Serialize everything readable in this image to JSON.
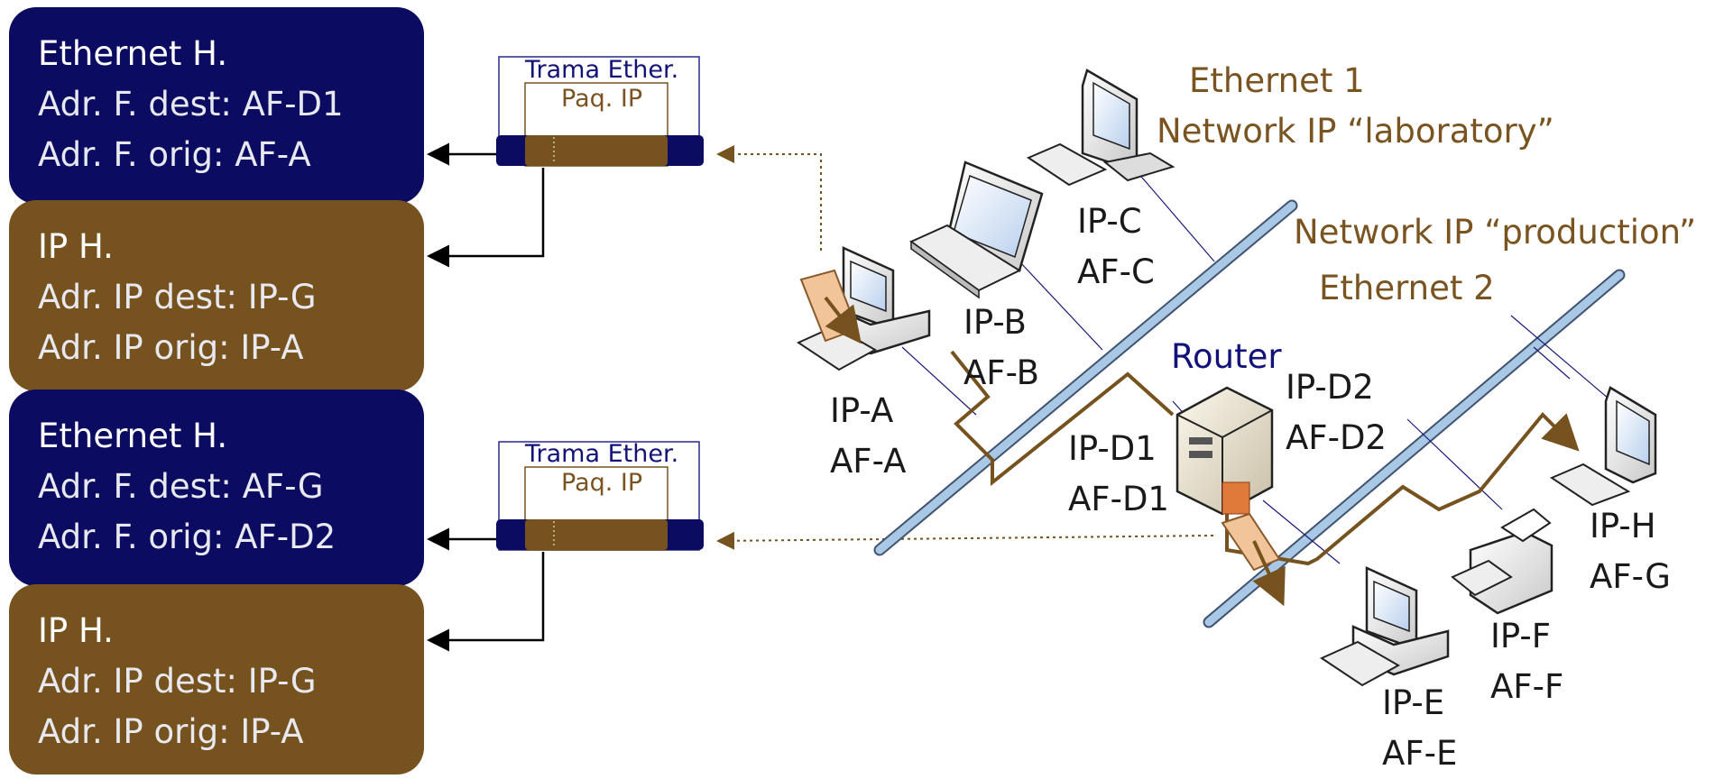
{
  "header_boxes": [
    {
      "title": "Ethernet H.",
      "lines": [
        "Adr. F. dest: AF-D1",
        "Adr. F. orig: AF-A"
      ],
      "kind": "ethernet"
    },
    {
      "title": "IP H.",
      "lines": [
        "Adr. IP dest: IP-G",
        "Adr. IP orig: IP-A"
      ],
      "kind": "ip"
    },
    {
      "title": "Ethernet H.",
      "lines": [
        "Adr. F. dest: AF-G",
        "Adr. F. orig: AF-D2"
      ],
      "kind": "ethernet"
    },
    {
      "title": "IP H.",
      "lines": [
        "Adr. IP dest: IP-G",
        "Adr. IP orig: IP-A"
      ],
      "kind": "ip"
    }
  ],
  "frames": [
    {
      "frame_label": "Trama Ether.",
      "packet_label": "Paq. IP"
    },
    {
      "frame_label": "Trama Ether.",
      "packet_label": "Paq. IP"
    }
  ],
  "networks": {
    "ethernet1": "Ethernet 1",
    "network1": "Network IP “laboratory”",
    "network2": "Network IP “production”",
    "ethernet2": "Ethernet 2"
  },
  "router_label": "Router",
  "hosts": {
    "a": [
      "IP-A",
      "AF-A"
    ],
    "b": [
      "IP-B",
      "AF-B"
    ],
    "c": [
      "IP-C",
      "AF-C"
    ],
    "d1": [
      "IP-D1",
      "AF-D1"
    ],
    "d2": [
      "IP-D2",
      "AF-D2"
    ],
    "e": [
      "IP-E",
      "AF-E"
    ],
    "f": [
      "IP-F",
      "AF-F"
    ],
    "h": [
      "IP-H",
      "AF-G"
    ]
  },
  "colors": {
    "ethernet": "#0b0b62",
    "ip": "#76531e",
    "bus": "#a9c8e6",
    "path": "#76531e"
  }
}
